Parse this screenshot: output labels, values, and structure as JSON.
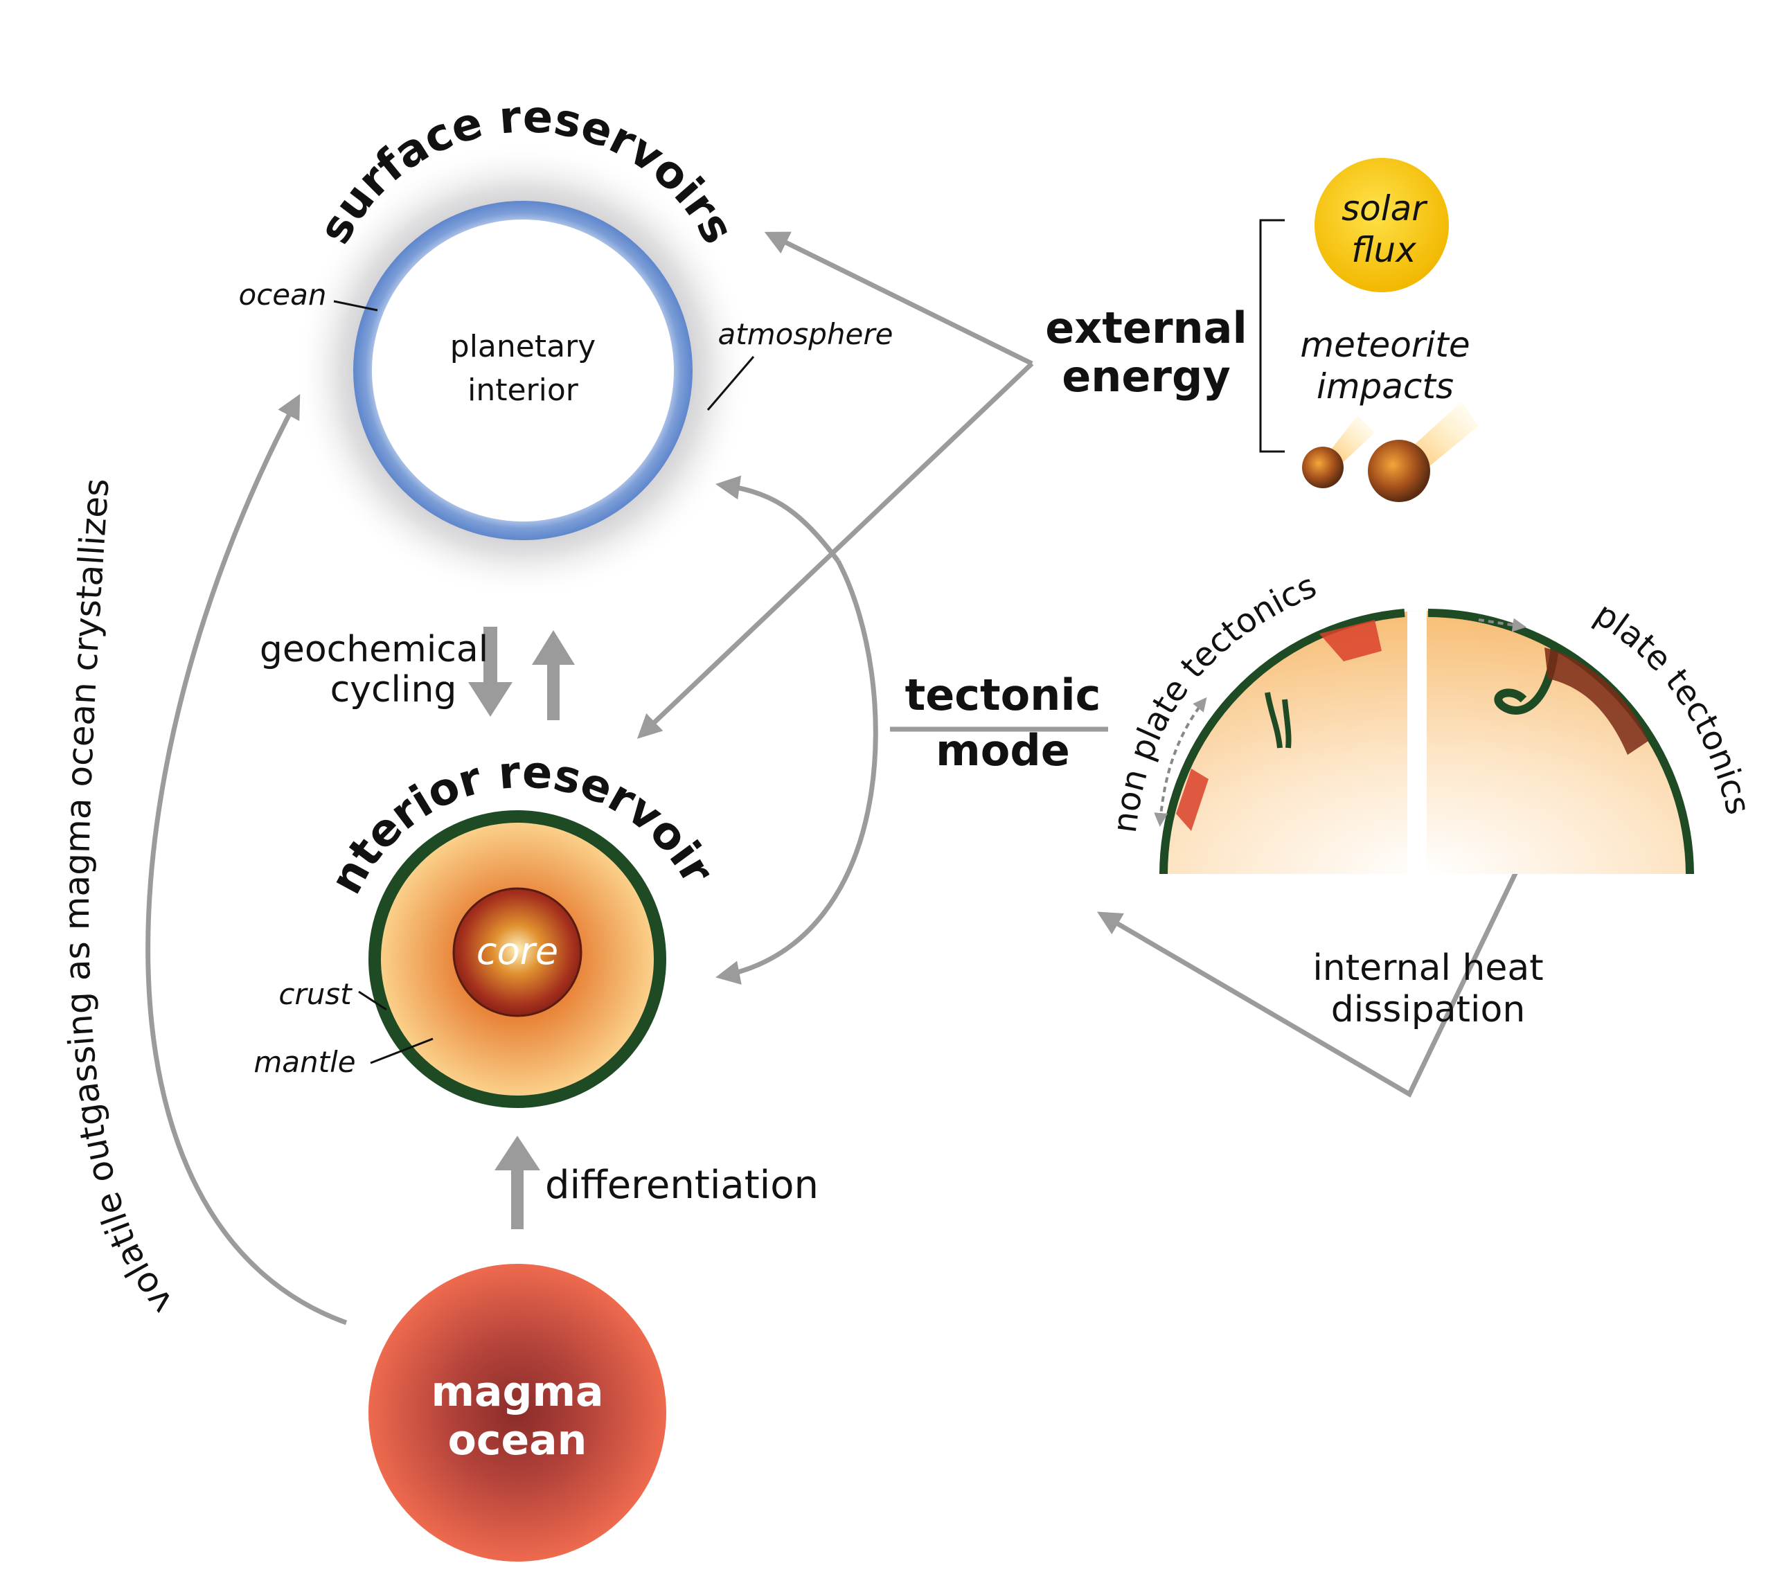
{
  "surface": {
    "title": "surface reservoirs",
    "center_line1": "planetary",
    "center_line2": "interior",
    "ocean": "ocean",
    "atmosphere": "atmosphere"
  },
  "external": {
    "line1": "external",
    "line2": "energy",
    "solar_line1": "solar",
    "solar_line2": "flux",
    "meteor_line1": "meteorite",
    "meteor_line2": "impacts"
  },
  "cycling": {
    "line1": "geochemical",
    "line2": "cycling"
  },
  "interior": {
    "title": "interior reservoirs",
    "core": "core",
    "crust": "crust",
    "mantle": "mantle"
  },
  "tectonic": {
    "line1": "tectonic",
    "line2": "mode",
    "non_plate": "non plate tectonics",
    "plate": "plate tectonics"
  },
  "heat": {
    "line1": "internal heat",
    "line2": "dissipation"
  },
  "differentiation": "differentiation",
  "magma": {
    "line1": "magma",
    "line2": "ocean"
  },
  "outgassing": "volatile outgassing as magma ocean crystallizes",
  "colors": {
    "arrow": "#9b9b9b",
    "ocean_ring": "#7d9fd8",
    "crust": "#1e4a24",
    "mantle": "#f6b765",
    "core": "#a8321f",
    "magma": "#e8684e",
    "sun": "#f7c600"
  }
}
